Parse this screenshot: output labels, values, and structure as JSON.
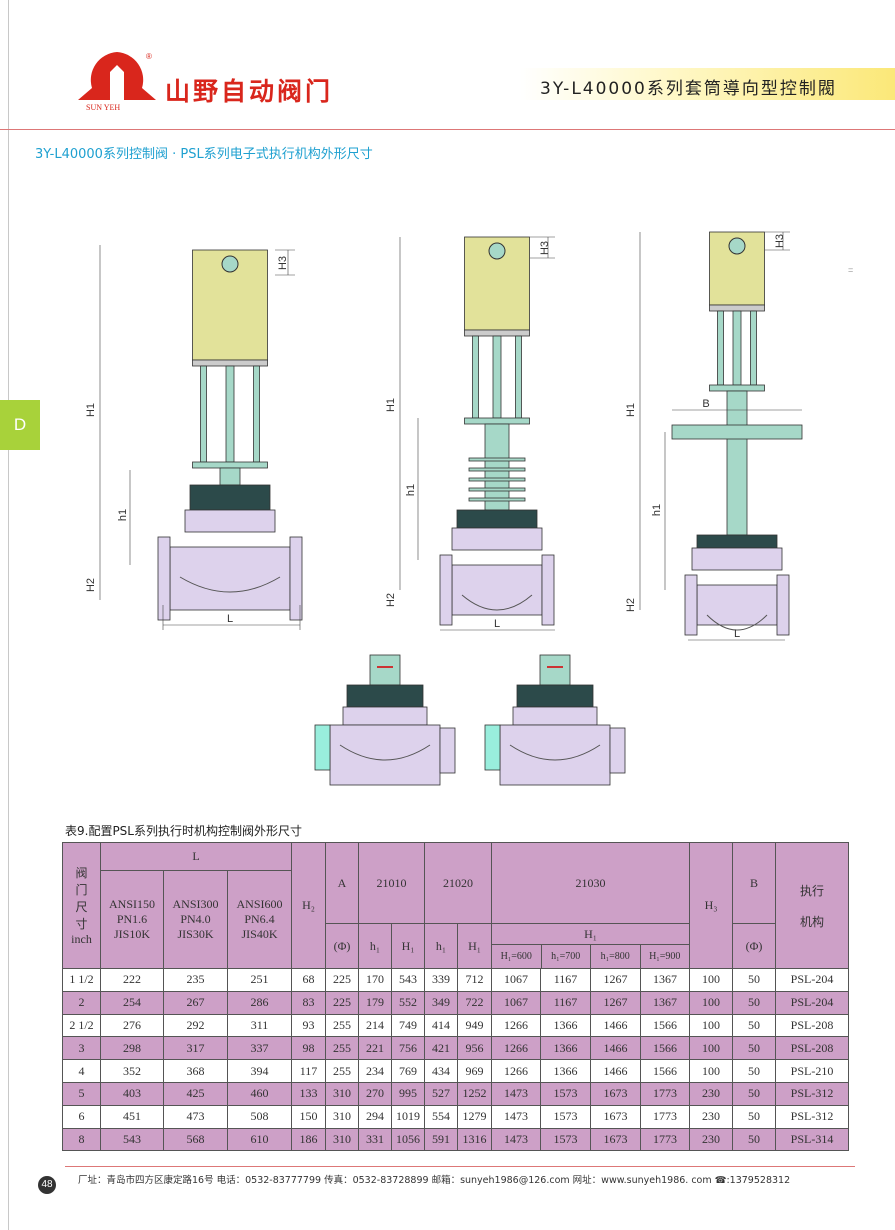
{
  "header": {
    "brand_cn": "山野自动阀门",
    "brand_en": "SUN YEH",
    "registered": "®",
    "series_title": "3Y-L40000系列套筒導向型控制閥"
  },
  "subtitle": "3Y-L40000系列控制阀 · PSL系列电子式执行机构外形尺寸",
  "side_tab": "D",
  "drawings": {
    "labels": {
      "H1": "H1",
      "h1": "h1",
      "H2": "H2",
      "H3": "H3",
      "L": "L",
      "B": "B"
    },
    "side_mark": "="
  },
  "colors": {
    "actuator": "#e2e29a",
    "yoke": "#a6d8c8",
    "body": "#ddd2ec",
    "bonnet": "#2c4a4a",
    "accent": "#d9261c",
    "table_purple": "#cda0c7"
  },
  "table": {
    "caption": "表9.配置PSL系列执行时机构控制阀外形尺寸",
    "headers": {
      "size": [
        "阀",
        "门",
        "尺",
        "寸",
        "inch"
      ],
      "L": "L",
      "L_cols": [
        [
          "ANSI150",
          "PN1.6",
          "JIS10K"
        ],
        [
          "ANSI300",
          "PN4.0",
          "JIS30K"
        ],
        [
          "ANSI600",
          "PN6.4",
          "JIS40K"
        ]
      ],
      "H2": "H₂",
      "A": "A",
      "A_unit": "(Φ)",
      "g1": "21010",
      "g2": "21020",
      "g3": "21030",
      "h1": "h₁",
      "H1": "H₁",
      "H1_group": "H₁",
      "sub": [
        "H₁=600",
        "h₁=700",
        "h₁=800",
        "H₁=900"
      ],
      "H3": "H₃",
      "B": "B",
      "B_unit": "(Φ)",
      "actuator": [
        "执行",
        "机构"
      ]
    },
    "rows": [
      [
        "1 1/2",
        "222",
        "235",
        "251",
        "68",
        "225",
        "170",
        "543",
        "339",
        "712",
        "1067",
        "1167",
        "1267",
        "1367",
        "100",
        "50",
        "PSL-204"
      ],
      [
        "2",
        "254",
        "267",
        "286",
        "83",
        "225",
        "179",
        "552",
        "349",
        "722",
        "1067",
        "1167",
        "1267",
        "1367",
        "100",
        "50",
        "PSL-204"
      ],
      [
        "2 1/2",
        "276",
        "292",
        "311",
        "93",
        "255",
        "214",
        "749",
        "414",
        "949",
        "1266",
        "1366",
        "1466",
        "1566",
        "100",
        "50",
        "PSL-208"
      ],
      [
        "3",
        "298",
        "317",
        "337",
        "98",
        "255",
        "221",
        "756",
        "421",
        "956",
        "1266",
        "1366",
        "1466",
        "1566",
        "100",
        "50",
        "PSL-208"
      ],
      [
        "4",
        "352",
        "368",
        "394",
        "117",
        "255",
        "234",
        "769",
        "434",
        "969",
        "1266",
        "1366",
        "1466",
        "1566",
        "100",
        "50",
        "PSL-210"
      ],
      [
        "5",
        "403",
        "425",
        "460",
        "133",
        "310",
        "270",
        "995",
        "527",
        "1252",
        "1473",
        "1573",
        "1673",
        "1773",
        "230",
        "50",
        "PSL-312"
      ],
      [
        "6",
        "451",
        "473",
        "508",
        "150",
        "310",
        "294",
        "1019",
        "554",
        "1279",
        "1473",
        "1573",
        "1673",
        "1773",
        "230",
        "50",
        "PSL-312"
      ],
      [
        "8",
        "543",
        "568",
        "610",
        "186",
        "310",
        "331",
        "1056",
        "591",
        "1316",
        "1473",
        "1573",
        "1673",
        "1773",
        "230",
        "50",
        "PSL-314"
      ]
    ]
  },
  "footer": {
    "page": "48",
    "text": "厂址：青岛市四方区康定路16号  电话：0532-83777799  传真：0532-83728899  邮箱：sunyeh1986@126.com  网址：www.sunyeh1986. com  ☎:13795283​12"
  }
}
